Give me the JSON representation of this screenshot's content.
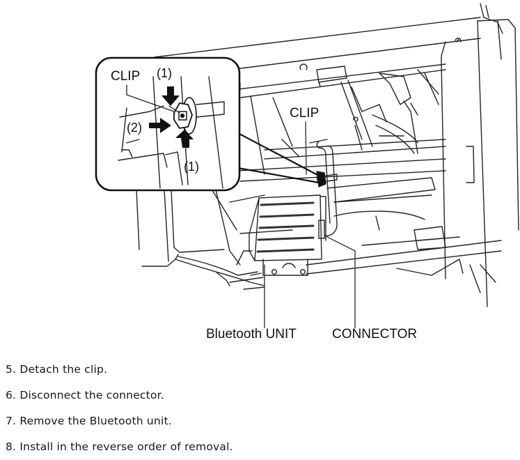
{
  "figure": {
    "labels": {
      "inset_clip": "CLIP",
      "inset_arrow_top": "(1)",
      "inset_arrow_left": "(2)",
      "inset_arrow_bottom": "(1)",
      "main_clip": "CLIP",
      "bluetooth_unit": "Bluetooth UNIT",
      "connector": "CONNECTOR"
    }
  },
  "steps": [
    {
      "number": "5.",
      "text": "Detach the clip."
    },
    {
      "number": "6.",
      "text": "Disconnect the connector."
    },
    {
      "number": "7.",
      "text": "Remove the Bluetooth unit."
    },
    {
      "number": "8.",
      "text": "Install in the reverse order of removal."
    }
  ]
}
